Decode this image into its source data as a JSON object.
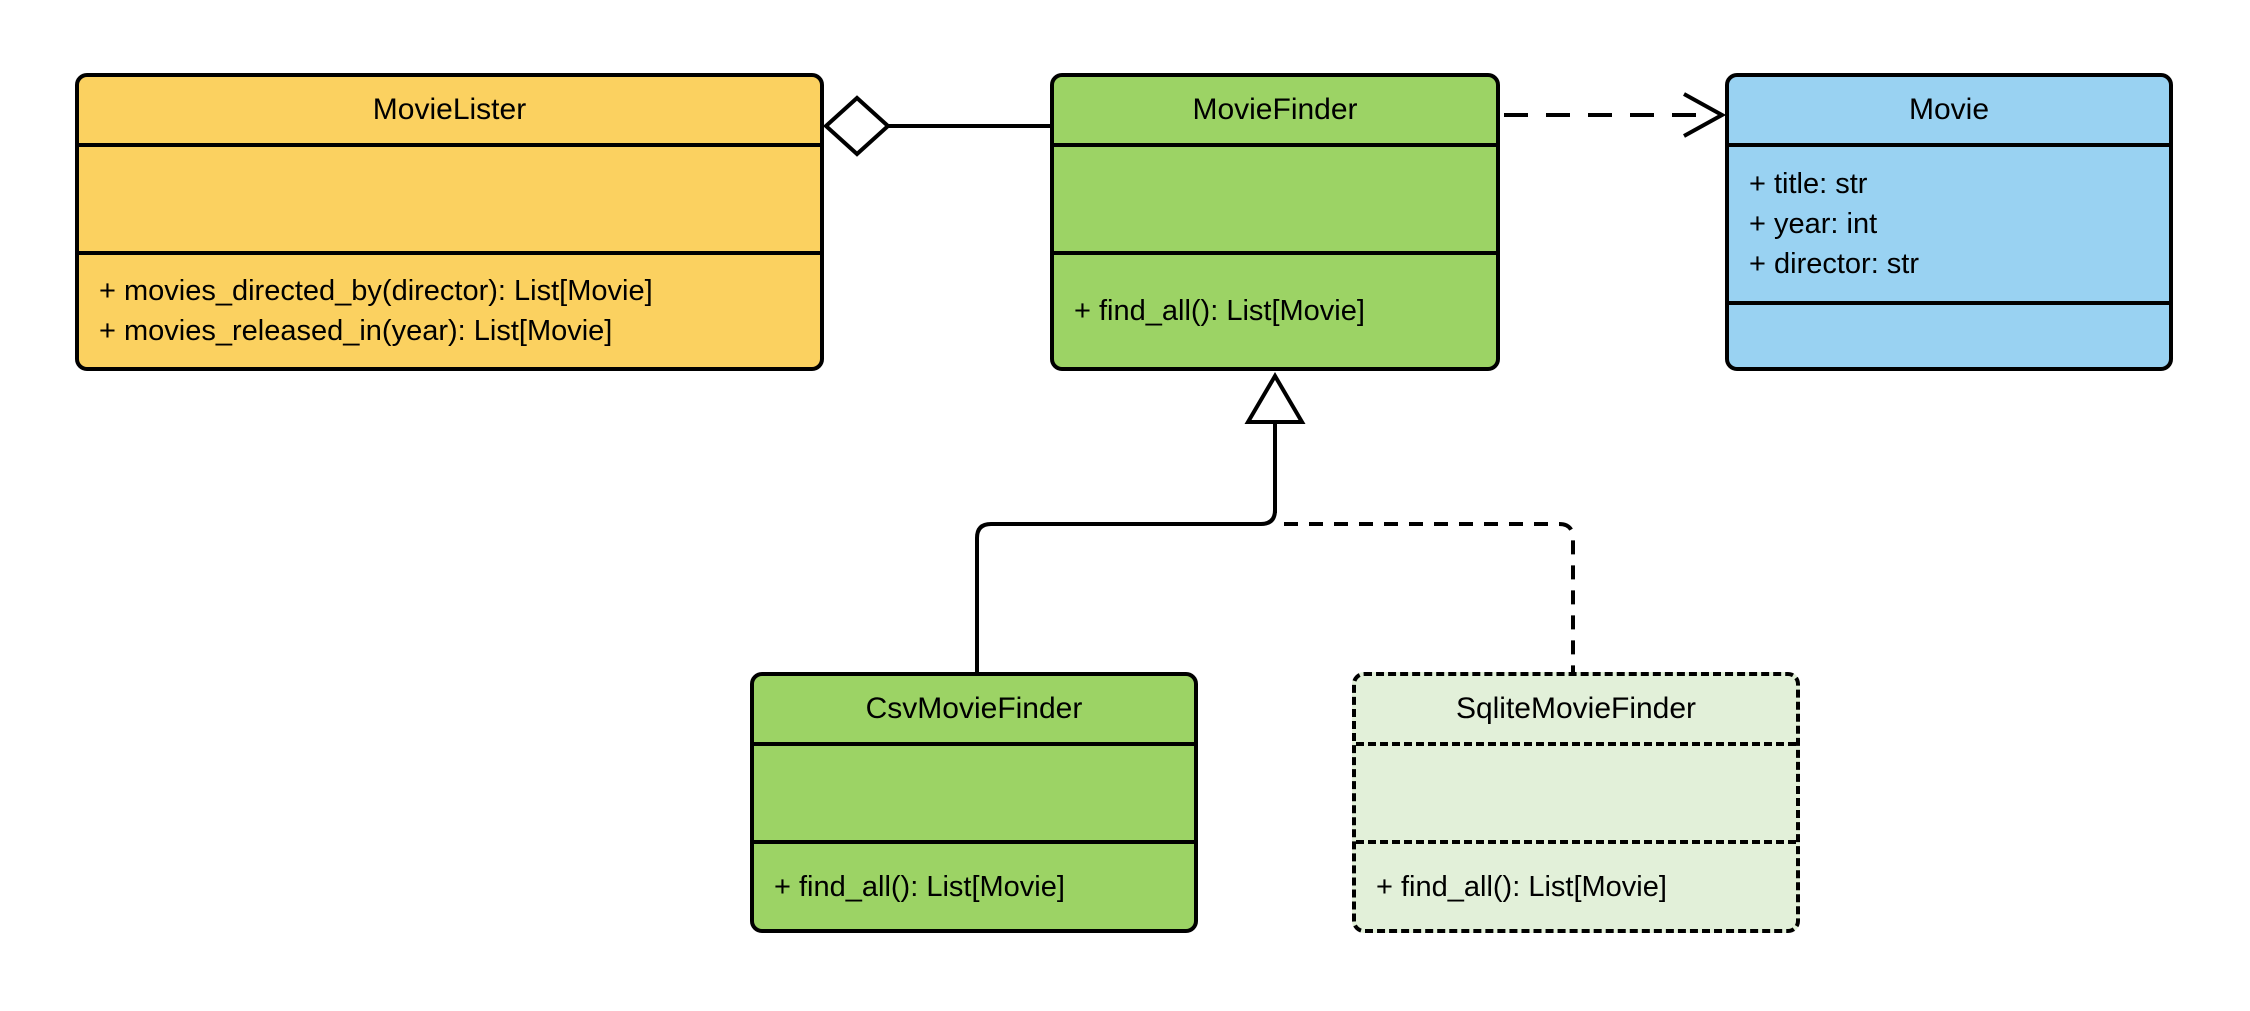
{
  "diagram": {
    "kind": "uml-class-diagram",
    "colors": {
      "movielister_fill": "#fbd160",
      "moviefinder_fill": "#9cd365",
      "movie_fill": "#99d2f2",
      "csvmoviefinder_fill": "#9cd365",
      "sqlitemoviefinder_fill": "#e2f0d9",
      "line": "#000000",
      "marker_fill": "#ffffff",
      "background": "#ffffff"
    },
    "classes": [
      {
        "name": "MovieLister",
        "attributes": [],
        "methods": [
          "+ movies_directed_by(director): List[Movie]",
          "+ movies_released_in(year): List[Movie]"
        ],
        "fill": "#fbd160",
        "border_style": "solid"
      },
      {
        "name": "MovieFinder",
        "attributes": [],
        "methods": [
          "+ find_all(): List[Movie]"
        ],
        "fill": "#9cd365",
        "border_style": "solid"
      },
      {
        "name": "Movie",
        "attributes": [
          "+ title: str",
          "+ year: int",
          "+ director: str"
        ],
        "methods": [],
        "fill": "#99d2f2",
        "border_style": "solid"
      },
      {
        "name": "CsvMovieFinder",
        "attributes": [],
        "methods": [
          "+ find_all(): List[Movie]"
        ],
        "fill": "#9cd365",
        "border_style": "solid"
      },
      {
        "name": "SqliteMovieFinder",
        "attributes": [],
        "methods": [
          "+ find_all(): List[Movie]"
        ],
        "fill": "#e2f0d9",
        "border_style": "dashed"
      }
    ],
    "relationships": [
      {
        "type": "aggregation",
        "from": "MovieLister",
        "to": "MovieFinder",
        "line": "solid",
        "marker": "hollow-diamond"
      },
      {
        "type": "dependency",
        "from": "MovieFinder",
        "to": "Movie",
        "line": "dashed",
        "marker": "open-arrow"
      },
      {
        "type": "inheritance",
        "from": "CsvMovieFinder",
        "to": "MovieFinder",
        "line": "solid",
        "marker": "hollow-triangle"
      },
      {
        "type": "inheritance",
        "from": "SqliteMovieFinder",
        "to": "MovieFinder",
        "line": "dashed",
        "marker": "hollow-triangle"
      }
    ]
  }
}
